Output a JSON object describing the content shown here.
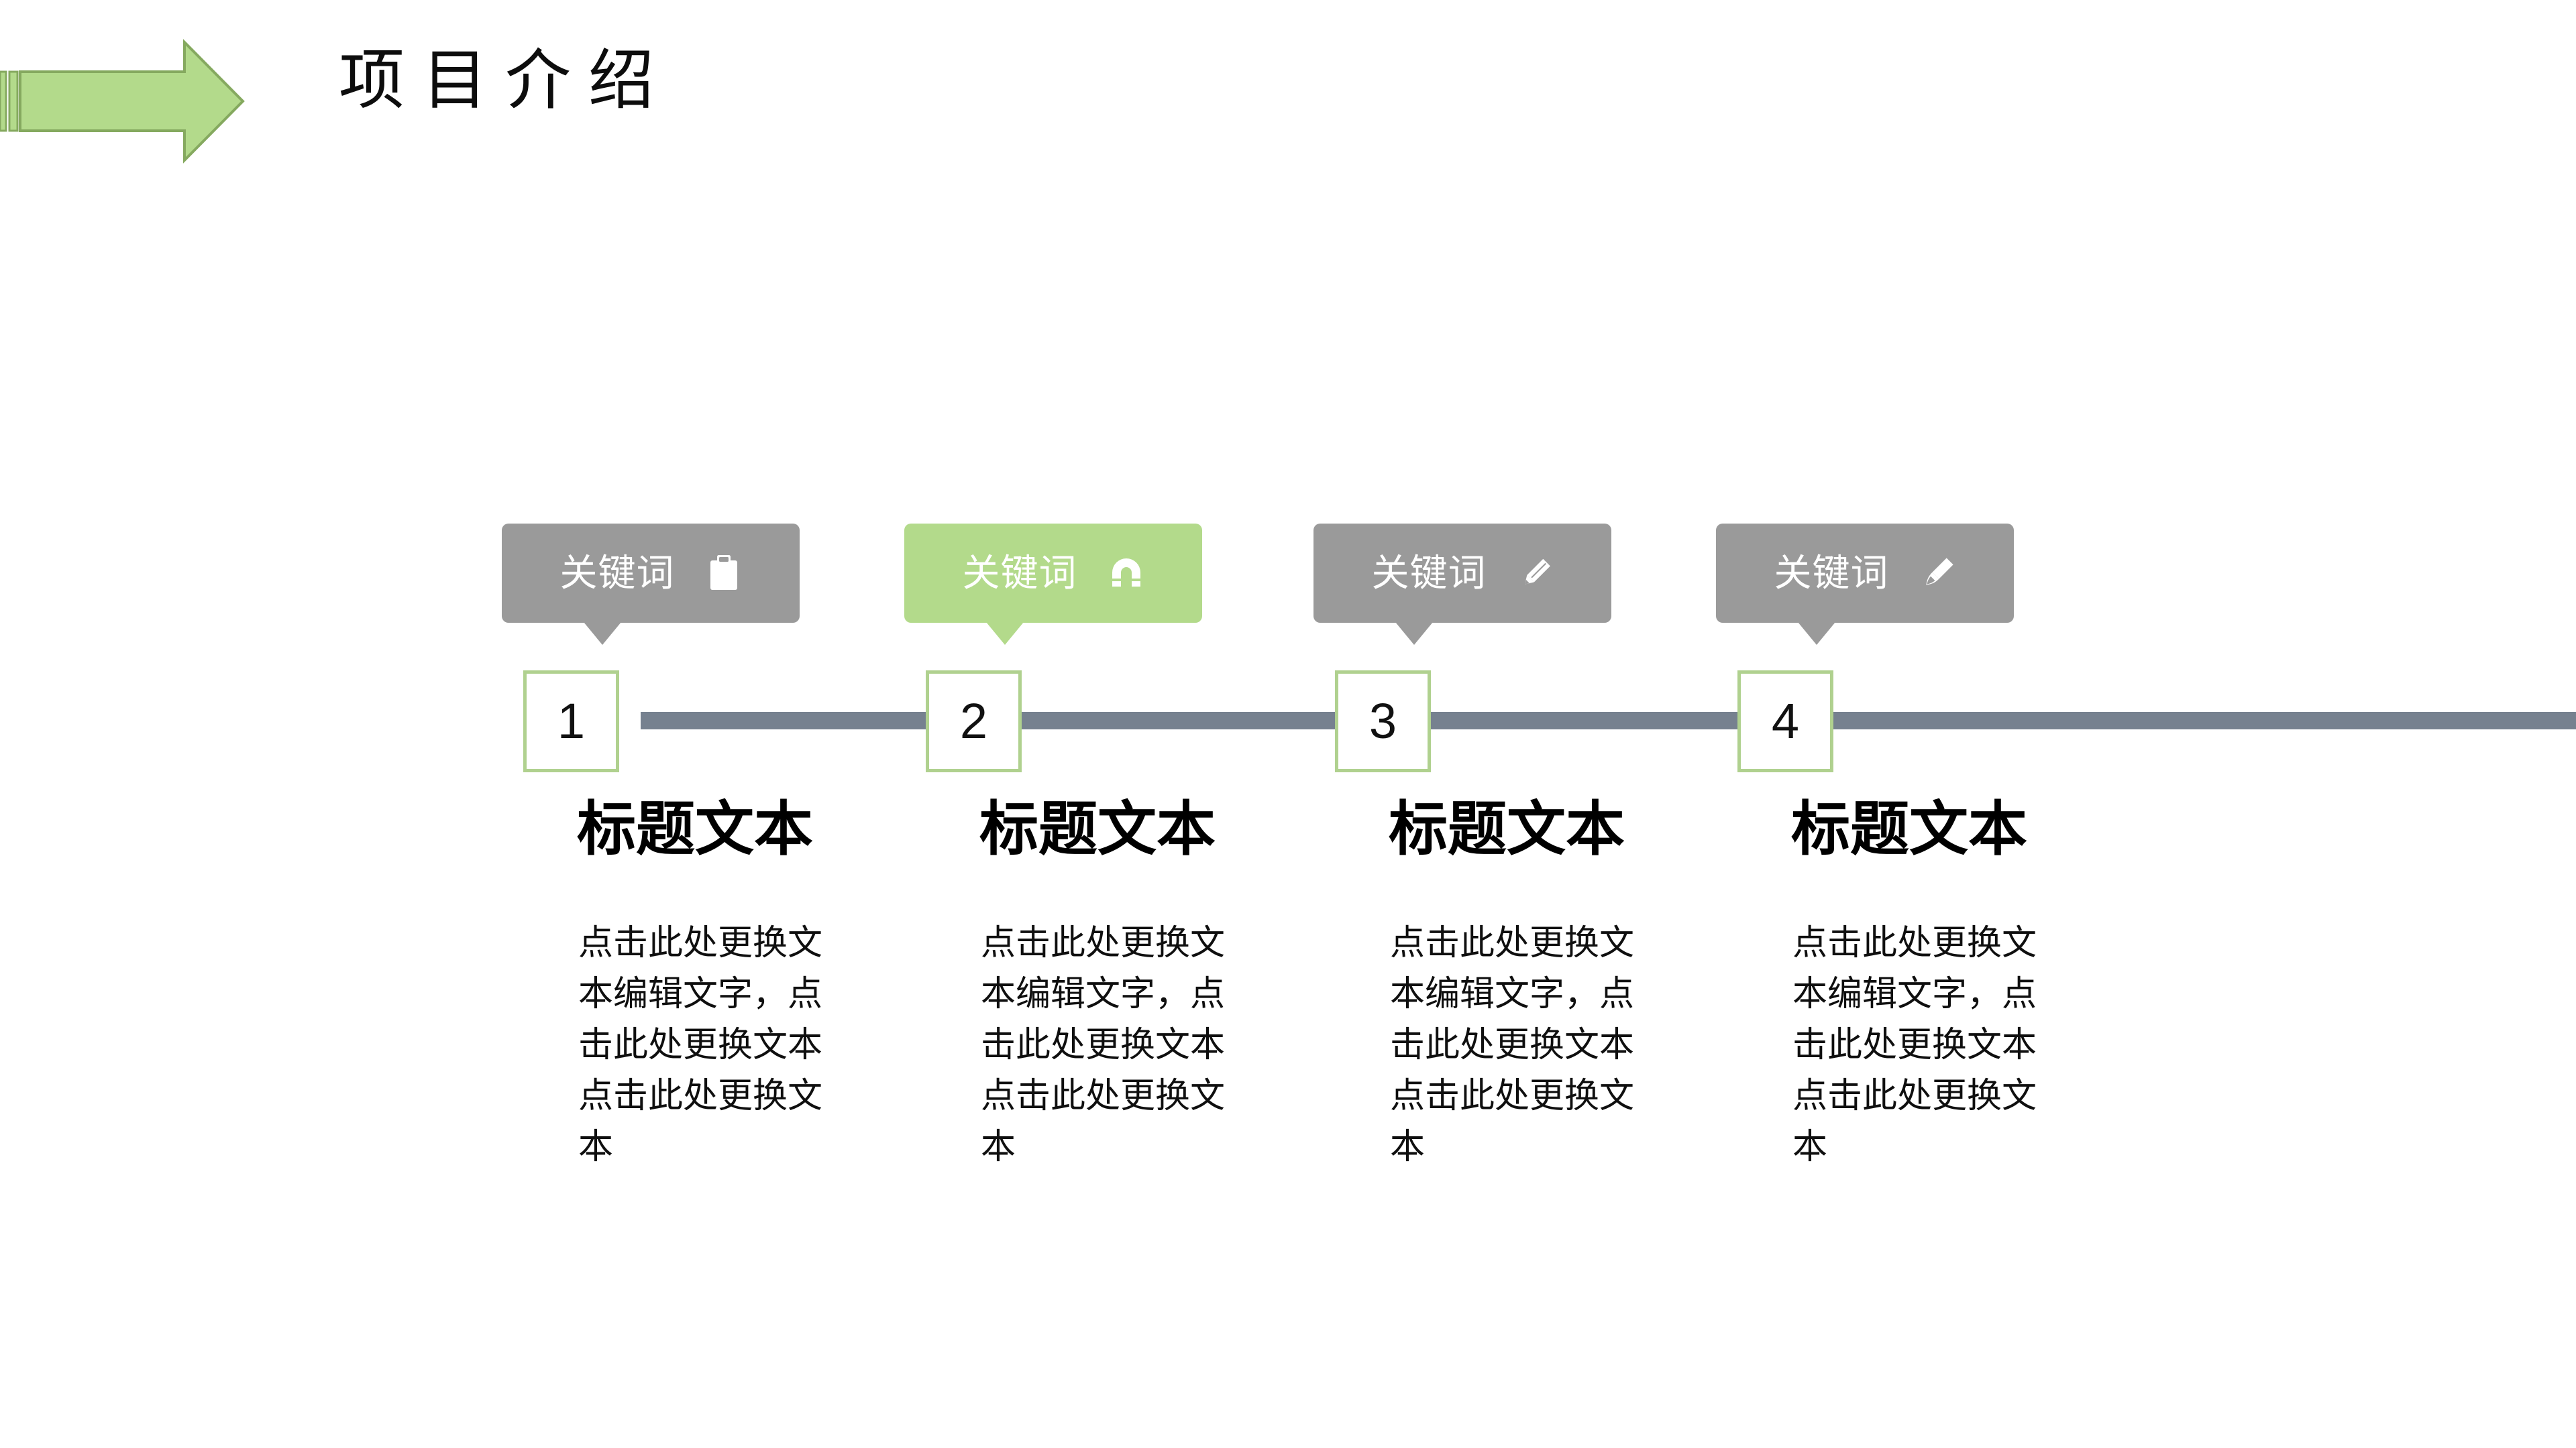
{
  "slide": {
    "background_color": "#ffffff",
    "title": "项目介绍",
    "accent_green": "#b3da8b",
    "accent_green_border": "#85a95f",
    "neutral_gray": "#9a9a9a",
    "bar_color": "#76818f",
    "numbox_border": "#b0d18f"
  },
  "header": {
    "arrow_icon_name": "green-right-arrow",
    "title": "项目介绍"
  },
  "timeline": {
    "bar_color": "#76818f",
    "items": [
      {
        "number": "1",
        "keyword": "关键词",
        "keyword_icon": "clipboard-icon",
        "bubble_color": "#9a9a9a",
        "bubble_state": "gray",
        "title": "标题文本",
        "body": "点击此处更换文本编辑文字，点击此处更换文本点击此处更换文本"
      },
      {
        "number": "2",
        "keyword": "关键词",
        "keyword_icon": "magnet-icon",
        "bubble_color": "#b3da8b",
        "bubble_state": "green",
        "title": "标题文本",
        "body": "点击此处更换文本编辑文字，点击此处更换文本点击此处更换文本"
      },
      {
        "number": "3",
        "keyword": "关键词",
        "keyword_icon": "pencil-icon",
        "bubble_color": "#9a9a9a",
        "bubble_state": "gray",
        "title": "标题文本",
        "body": "点击此处更换文本编辑文字，点击此处更换文本点击此处更换文本"
      },
      {
        "number": "4",
        "keyword": "关键词",
        "keyword_icon": "paintbrush-icon",
        "bubble_color": "#9a9a9a",
        "bubble_state": "gray",
        "title": "标题文本",
        "body": "点击此处更换文本编辑文字，点击此处更换文本点击此处更换文本"
      }
    ]
  }
}
